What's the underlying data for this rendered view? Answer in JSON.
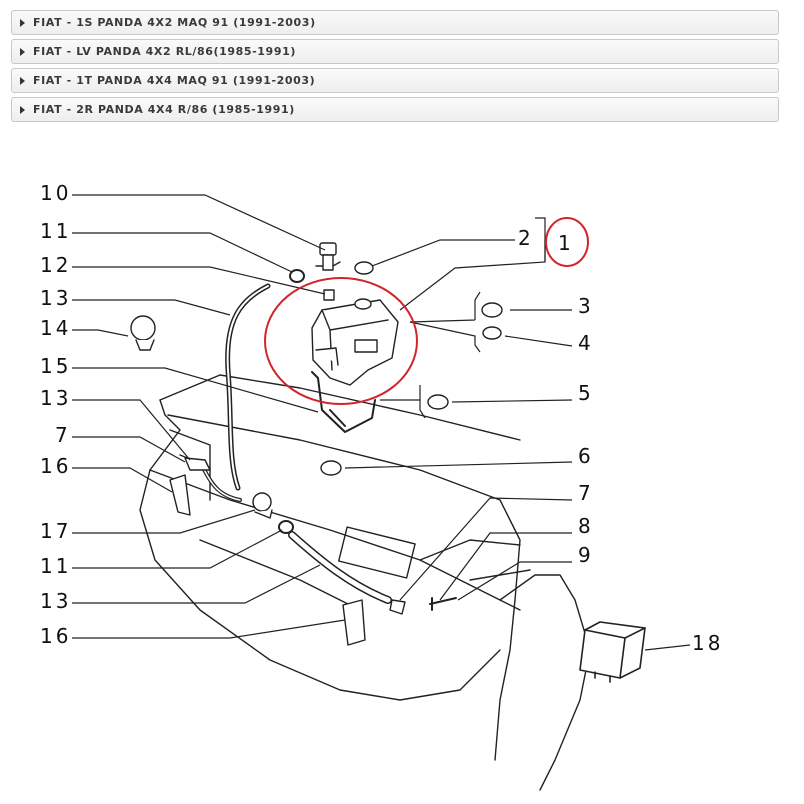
{
  "accordion": {
    "items": [
      {
        "label": "FIAT - 1S PANDA 4X2 MAQ 91 (1991-2003)"
      },
      {
        "label": "FIAT - LV PANDA 4X2 RL/86(1985-1991)"
      },
      {
        "label": "FIAT - 1T PANDA 4X4 MAQ 91 (1991-2003)"
      },
      {
        "label": "FIAT - 2R PANDA 4X4 R/86 (1985-1991)"
      }
    ]
  },
  "diagram": {
    "callouts_left": [
      "10",
      "11",
      "12",
      "13",
      "14",
      "15",
      "13",
      "7",
      "16",
      "17",
      "11",
      "13",
      "16"
    ],
    "callouts_right": [
      "2",
      "1",
      "3",
      "4",
      "5",
      "6",
      "7",
      "8",
      "9",
      "18"
    ],
    "highlight_color": "#d0262b"
  }
}
